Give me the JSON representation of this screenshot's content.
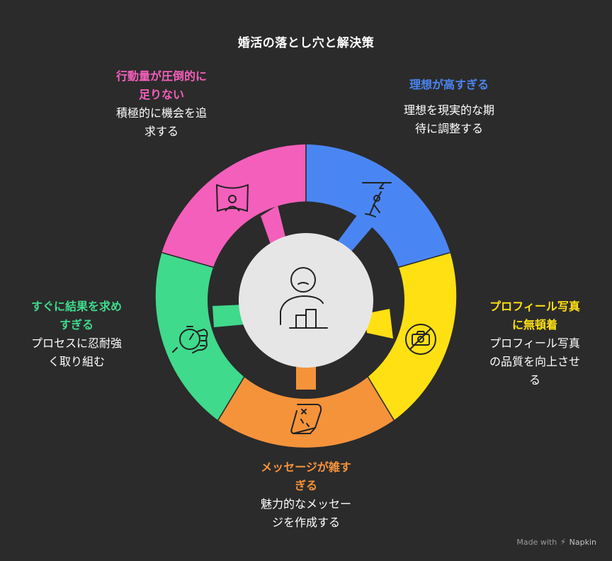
{
  "title": "婚活の落とし穴と解決策",
  "colors": {
    "background": "#2b2b2b",
    "pink": "#f45fbb",
    "blue": "#4a86f3",
    "yellow": "#ffe013",
    "orange": "#f5933b",
    "green": "#3fda8c",
    "center": "#e6e6e6"
  },
  "center_icon": "person-at-steps-icon",
  "segments": [
    {
      "key": "pink",
      "problem_lines": [
        "行動量が圧倒的に",
        "足りない"
      ],
      "solution_lines": [
        "積極的に機会を追",
        "求する"
      ],
      "icon": "person-screen-icon"
    },
    {
      "key": "blue",
      "problem_lines": [
        "理想が高すぎる"
      ],
      "solution_lines": [
        "理想を現実的な期",
        "待に調整する"
      ],
      "icon": "reaching-person-icon"
    },
    {
      "key": "yellow",
      "problem_lines": [
        "プロフィール写真",
        "に無頓着"
      ],
      "solution_lines": [
        "プロフィール写真",
        "の品質を向上させ",
        "る"
      ],
      "icon": "no-camera-icon"
    },
    {
      "key": "orange",
      "problem_lines": [
        "メッセージが雑す",
        "ぎる"
      ],
      "solution_lines": [
        "魅力的なメッセー",
        "ジを作成する"
      ],
      "icon": "scroll-map-icon"
    },
    {
      "key": "green",
      "problem_lines": [
        "すぐに結果を求め",
        "すぎる"
      ],
      "solution_lines": [
        "プロセスに忍耐強",
        "く取り組む"
      ],
      "icon": "stopwatch-hand-icon"
    }
  ],
  "watermark": {
    "prefix": "Made with",
    "brand": "Napkin"
  }
}
